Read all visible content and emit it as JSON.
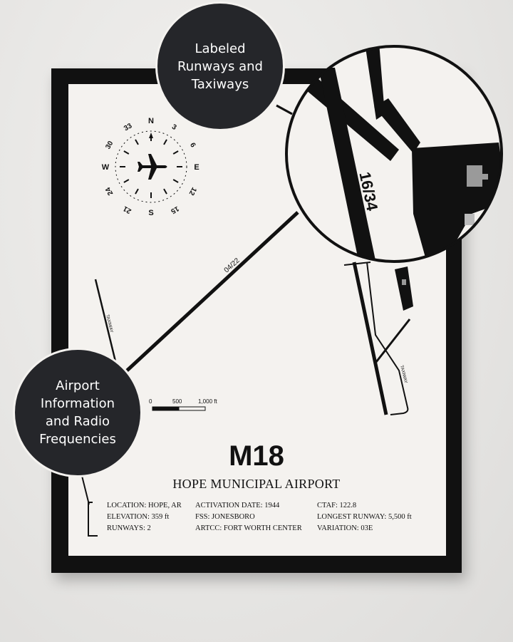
{
  "callouts": {
    "top": [
      "Labeled",
      "Runways and",
      "Taxiways"
    ],
    "left": [
      "Airport",
      "Information",
      "and Radio",
      "Frequencies"
    ]
  },
  "compass": {
    "cardinals": [
      "N",
      "E",
      "S",
      "W"
    ],
    "degrees": [
      "3",
      "6",
      "12",
      "15",
      "21",
      "24",
      "30",
      "33"
    ]
  },
  "map": {
    "runway_label": "04/22",
    "taxiway_label": "TAXIWAY",
    "zoom_runway_label": "16/34",
    "scale": {
      "labels": [
        "0",
        "500",
        "1,000 ft"
      ]
    }
  },
  "airport": {
    "code": "M18",
    "name": "HOPE MUNICIPAL AIRPORT"
  },
  "info": {
    "col1": [
      "LOCATION: HOPE, AR",
      "ELEVATION: 359 ft",
      "RUNWAYS: 2"
    ],
    "col2": [
      "ACTIVATION DATE: 1944",
      "FSS: JONESBORO",
      "ARTCC: FORT WORTH CENTER"
    ],
    "col3": [
      "CTAF: 122.8",
      "LONGEST RUNWAY: 5,500 ft",
      "VARIATION: 03E"
    ]
  },
  "colors": {
    "frame": "#111111",
    "paper": "#f4f2ef",
    "bubble": "#25262a",
    "ink": "#111111"
  }
}
